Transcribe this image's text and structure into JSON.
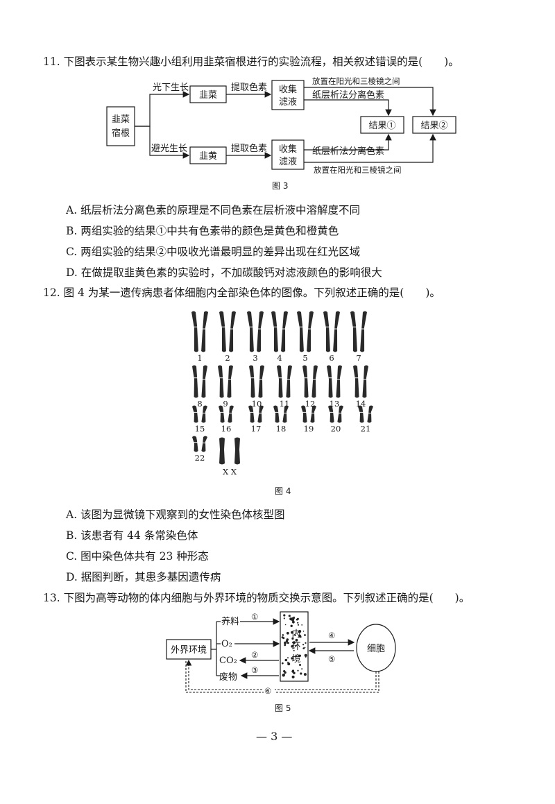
{
  "questions": [
    {
      "number": "11.",
      "stem": "下图表示某生物兴趣小组利用韭菜宿根进行的实验流程，相关叙述错误的是(　　)。",
      "figure": {
        "caption": "图 3",
        "root_label": [
          "韭菜",
          "宿根"
        ],
        "upper_branch": "光下生长",
        "lower_branch": "避光生长",
        "upper_plant": "韭菜",
        "lower_plant": "韭黄",
        "extract": "提取色素",
        "collect": [
          "收集",
          "滤液"
        ],
        "chromatography": "纸层析法分离色素",
        "prism": "放置在阳光和三棱镜之间",
        "result1": "结果①",
        "result2": "结果②"
      },
      "options": [
        "A. 纸层析法分离色素的原理是不同色素在层析液中溶解度不同",
        "B. 两组实验的结果①中共有色素带的颜色是黄色和橙黄色",
        "C. 两组实验的结果②中吸收光谱最明显的差异出现在红光区域",
        "D. 在做提取韭黄色素的实验时，不加碳酸钙对滤液颜色的影响很大"
      ]
    },
    {
      "number": "12.",
      "stem": "图 4 为某一遗传病患者体细胞内全部染色体的图像。下列叙述正确的是(　　)。",
      "figure": {
        "caption": "图 4",
        "labels": [
          "1",
          "2",
          "3",
          "4",
          "5",
          "6",
          "7",
          "8",
          "9",
          "10",
          "11",
          "12",
          "13",
          "14",
          "15",
          "16",
          "17",
          "18",
          "19",
          "20",
          "21",
          "22",
          "X X"
        ]
      },
      "options": [
        "A. 该图为显微镜下观察到的女性染色体核型图",
        "B. 该患者有 44 条常染色体",
        "C. 图中染色体共有 23 种形态",
        "D. 据图判断，其患多基因遗传病"
      ]
    },
    {
      "number": "13.",
      "stem": "下图为高等动物的体内细胞与外界环境的物质交换示意图。下列叙述正确的是(　　)。",
      "figure": {
        "caption": "图 5",
        "outside": "外界环境",
        "nutrient": "养料",
        "o2": "O₂",
        "co2": "CO₂",
        "waste": "废物",
        "inner": [
          "内",
          "环",
          "境"
        ],
        "cell": "细胞",
        "markers": [
          "①",
          "②",
          "③",
          "④",
          "⑤",
          "⑥"
        ]
      }
    }
  ],
  "page_number": "— 3 —"
}
